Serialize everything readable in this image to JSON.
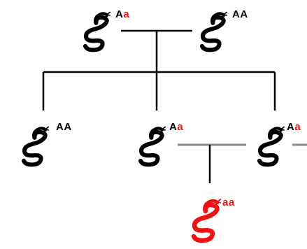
{
  "colors": {
    "dominant": "#000000",
    "recessive": "#ee1111",
    "mating_line": "#000000",
    "carrier_line": "#8a8a8a"
  },
  "icon": "snake-icon",
  "individuals": {
    "parent_left": {
      "allele1": "A",
      "allele2": "a",
      "phenotype": "dominant"
    },
    "parent_right": {
      "allele1": "A",
      "allele2": "A",
      "phenotype": "dominant"
    },
    "child_left": {
      "allele1": "A",
      "allele2": "A",
      "phenotype": "dominant"
    },
    "child_middle": {
      "allele1": "A",
      "allele2": "a",
      "phenotype": "dominant"
    },
    "child_right": {
      "allele1": "A",
      "allele2": "a",
      "phenotype": "dominant"
    },
    "grandchild": {
      "allele1": "a",
      "allele2": "a",
      "phenotype": "recessive"
    }
  }
}
